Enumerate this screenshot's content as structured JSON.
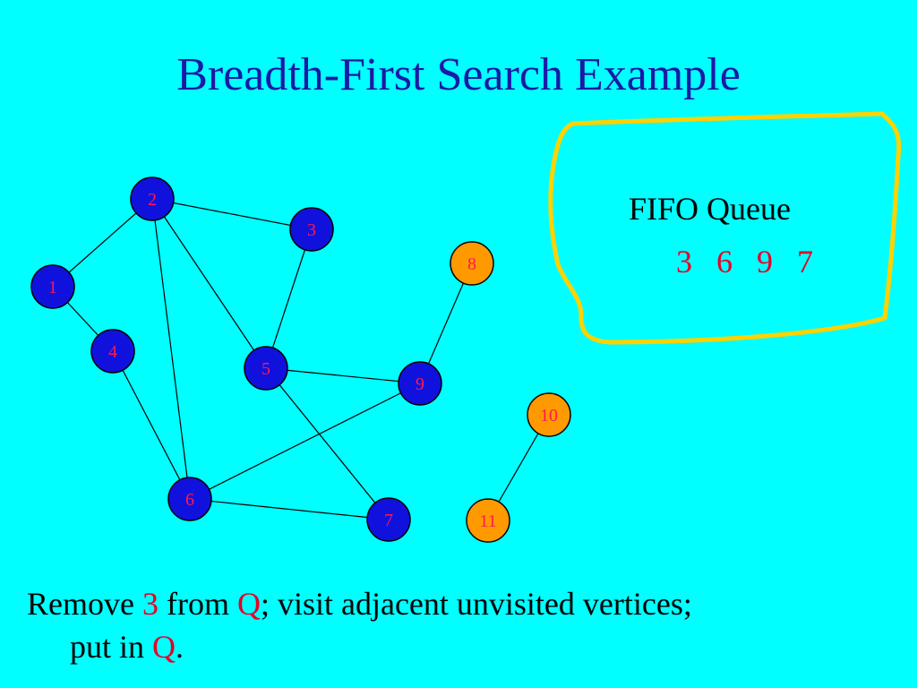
{
  "slide": {
    "title": "Breadth-First Search Example"
  },
  "colors": {
    "background": "#00ffff",
    "title": "#1a1aa6",
    "visited_vertex": "#1111dd",
    "unvisited_vertex": "#ff9900",
    "vertex_label": "#ff1a4d",
    "queue_box": "#ffd200",
    "highlight": "#e60026"
  },
  "graph": {
    "vertices": [
      {
        "id": "1",
        "label": "1",
        "state": "visited"
      },
      {
        "id": "2",
        "label": "2",
        "state": "visited"
      },
      {
        "id": "3",
        "label": "3",
        "state": "visited"
      },
      {
        "id": "4",
        "label": "4",
        "state": "visited"
      },
      {
        "id": "5",
        "label": "5",
        "state": "visited"
      },
      {
        "id": "6",
        "label": "6",
        "state": "visited"
      },
      {
        "id": "7",
        "label": "7",
        "state": "visited"
      },
      {
        "id": "8",
        "label": "8",
        "state": "unvisited"
      },
      {
        "id": "9",
        "label": "9",
        "state": "visited"
      },
      {
        "id": "10",
        "label": "10",
        "state": "unvisited"
      },
      {
        "id": "11",
        "label": "11",
        "state": "unvisited"
      }
    ],
    "edges": [
      [
        "1",
        "2"
      ],
      [
        "1",
        "4"
      ],
      [
        "2",
        "3"
      ],
      [
        "2",
        "5"
      ],
      [
        "2",
        "6"
      ],
      [
        "3",
        "5"
      ],
      [
        "4",
        "6"
      ],
      [
        "5",
        "9"
      ],
      [
        "5",
        "7"
      ],
      [
        "6",
        "9"
      ],
      [
        "6",
        "7"
      ],
      [
        "8",
        "9"
      ],
      [
        "10",
        "11"
      ]
    ]
  },
  "queue": {
    "title": "FIFO Queue",
    "items": [
      "3",
      "6",
      "9",
      "7"
    ]
  },
  "caption": {
    "part1": "Remove ",
    "vertex": "3",
    "part2": " from ",
    "queue_symbol": "Q",
    "part3": "; visit adjacent unvisited vertices;",
    "line2_part1": "put in ",
    "line2_queue_symbol": "Q",
    "line2_part2": "."
  }
}
